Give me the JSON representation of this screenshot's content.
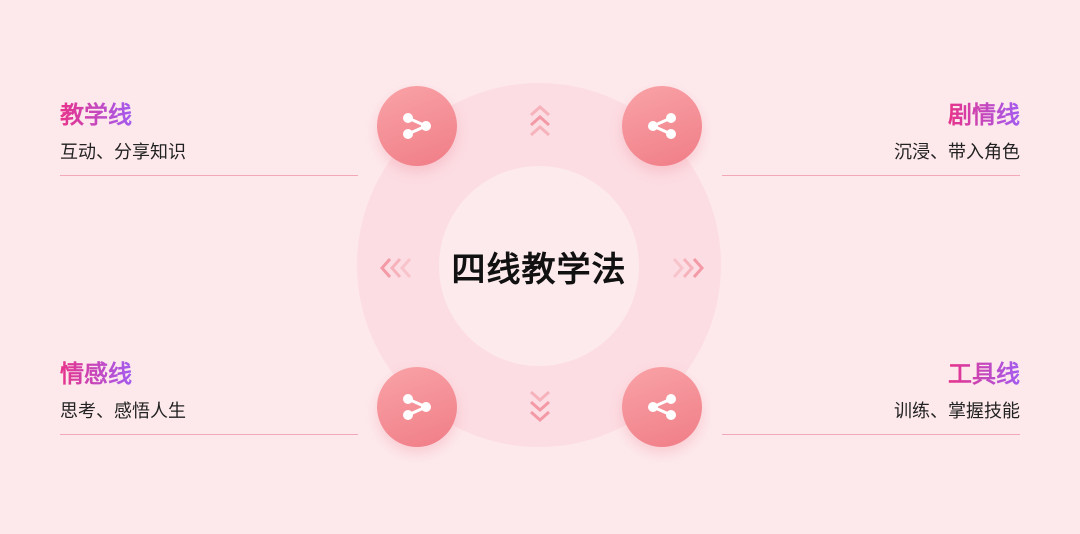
{
  "center": {
    "title": "四线教学法"
  },
  "items": {
    "top_left": {
      "title": "教学线",
      "desc": "互动、分享知识"
    },
    "top_right": {
      "title": "剧情线",
      "desc": "沉浸、带入角色"
    },
    "bottom_left": {
      "title": "情感线",
      "desc": "思考、感悟人生"
    },
    "bottom_right": {
      "title": "工具线",
      "desc": "训练、掌握技能"
    }
  },
  "icons": {
    "node": "share-icon",
    "arrows": "chevron-triple-icon"
  },
  "colors": {
    "background": "#fde9ec",
    "ring_outer": "#fcdde3",
    "ring_inner": "#fdeaed",
    "node_gradient_start": "#f9a3a7",
    "node_gradient_end": "#f07d87",
    "title_gradient_start": "#e7338a",
    "title_gradient_end": "#a35bf0",
    "divider": "#f2a8b6",
    "arrow": "#f39aa6"
  }
}
